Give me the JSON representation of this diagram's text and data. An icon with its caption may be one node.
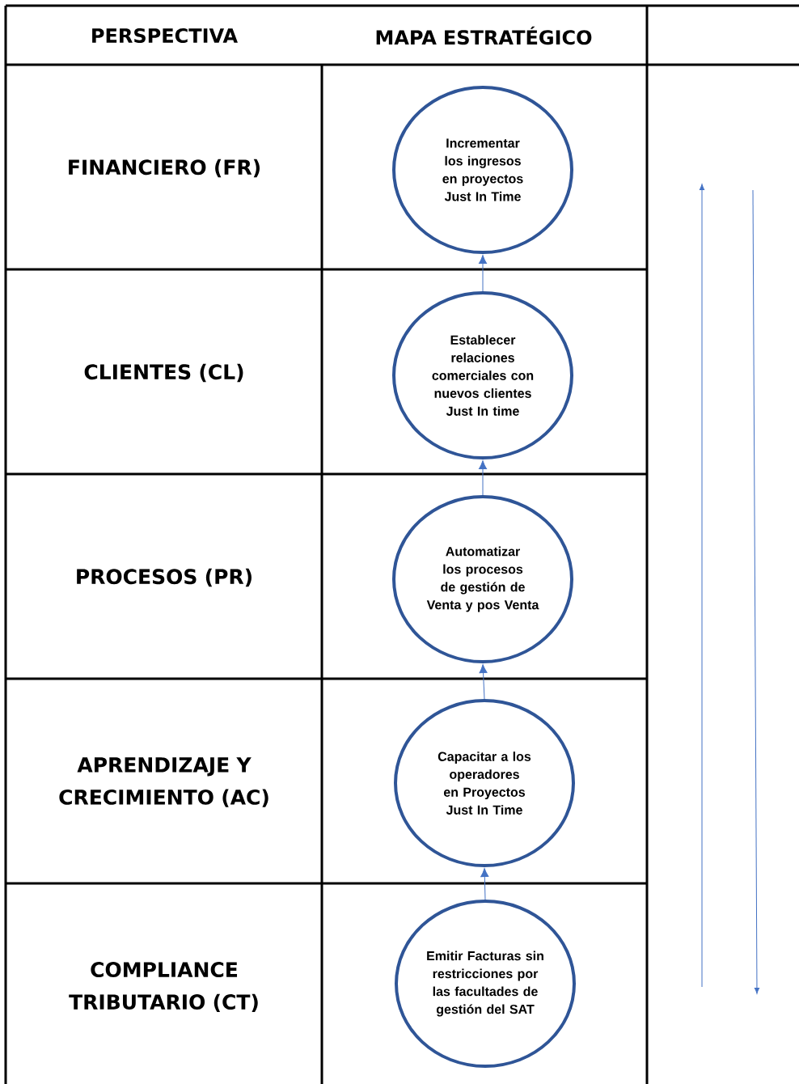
{
  "diagram": {
    "nodes": [
      {
        "text": [
          "Incrementar los ingresos en proyectos Just In Time"
        ]
      },
      {
        "text": [
          "Establecer relaciones comerciales con nuevos clientes Just In time"
        ]
      },
      {
        "text": [
          "Automatizar los procesos de gestión de Venta y pos Venta"
        ]
      },
      {
        "text": [
          "Capacitar a los operadores en Proyectos Just In Time"
        ]
      },
      {
        "text": [
          "Emitir Facturas sin restricciones por las facultades de gestión del SAT"
        ]
      }
    ],
    "edges": [
      {
        "from": 4,
        "to": 3,
        "arrow": "to"
      },
      {
        "from": 3,
        "to": 2,
        "arrow": "to"
      },
      {
        "from": 2,
        "to": 1,
        "arrow": "to"
      },
      {
        "from": 1,
        "to": 0,
        "arrow": "to"
      }
    ],
    "labels": [
      "PERSPECTIVA",
      "MAPA ESTRATÉGICO",
      "FINANCIERO (FR)",
      "CLIENTES (CL)",
      "PROCESOS (PR)",
      "APRENDIZAJE Y CRECIMIENTO (AC)",
      "COMPLIANCE TRIBUTARIO (CT)"
    ]
  }
}
